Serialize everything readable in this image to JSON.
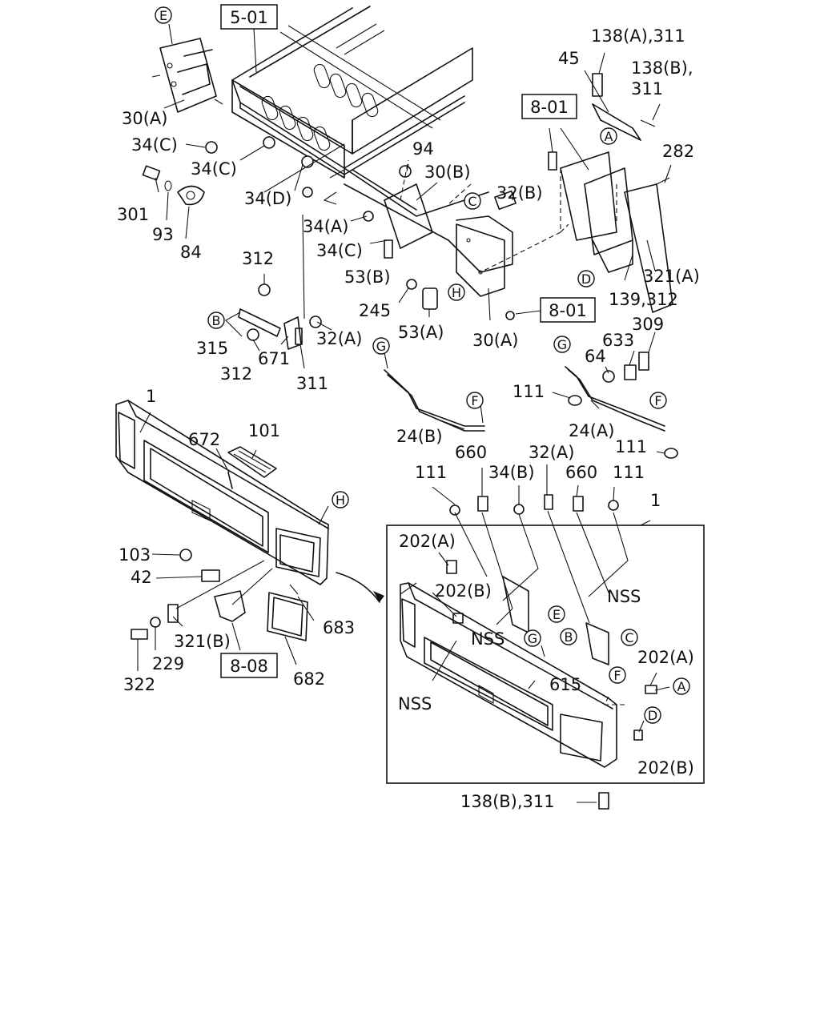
{
  "reference_boxes": [
    "5-01",
    "8-01",
    "8-01",
    "8-08"
  ],
  "callout_letters": [
    "A",
    "B",
    "C",
    "D",
    "E",
    "F",
    "G",
    "H"
  ],
  "labels": {
    "p30a_top": "30(A)",
    "p34c_1": "34(C)",
    "p34c_2": "34(C)",
    "p301": "301",
    "p93": "93",
    "p84": "84",
    "p34d": "34(D)",
    "p94": "94",
    "p30b": "30(B)",
    "p34a": "34(A)",
    "p34c_3": "34(C)",
    "p32b": "32(B)",
    "p53b": "53(B)",
    "p245": "245",
    "p53a": "53(A)",
    "p30a_mid": "30(A)",
    "p312_top": "312",
    "p315": "315",
    "p312_bot": "312",
    "p671": "671",
    "p32a_1": "32(A)",
    "p311_1": "311",
    "p138a": "138(A),311",
    "p45": "45",
    "p138b_1": "138(B),",
    "p311_2": "311",
    "p282": "282",
    "p321a": "321(A)",
    "p139": "139,312",
    "p309": "309",
    "p633": "633",
    "p64": "64",
    "p111_1": "111",
    "p24a": "24(A)",
    "p111_2": "111",
    "p24b": "24(B)",
    "p1_main": "1",
    "p672": "672",
    "p101": "101",
    "p103": "103",
    "p42": "42",
    "p321b": "321(B)",
    "p229": "229",
    "p322": "322",
    "p683": "683",
    "p682": "682",
    "p660_1": "660",
    "p34b": "34(B)",
    "p32a_2": "32(A)",
    "p660_2": "660",
    "p111_3": "111",
    "p111_4": "111",
    "p1_inset": "1",
    "p202a_1": "202(A)",
    "p202b_1": "202(B)",
    "nss_1": "NSS",
    "nss_2": "NSS",
    "nss_3": "NSS",
    "p615": "615",
    "p202a_2": "202(A)",
    "p202b_2": "202(B)",
    "p138b_2": "138(B),311"
  }
}
